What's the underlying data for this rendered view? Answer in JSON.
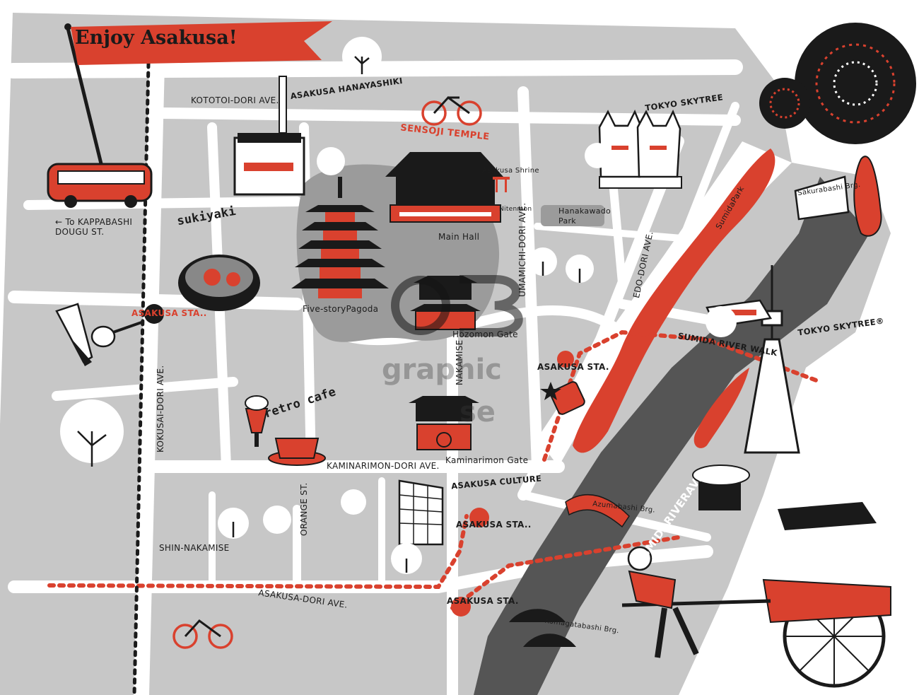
{
  "title": "Enjoy Asakusa!",
  "colors": {
    "red": "#d9412e",
    "block_gray": "#c7c7c7",
    "dark_gray": "#555555",
    "road": "#ffffff",
    "ink": "#1a1a1a"
  },
  "streets": {
    "kototoi": "KOTOTOI-DORI AVE.",
    "kokusai": "KOKUSAI-DORI AVE.",
    "umamichi": "UMAMICHI-DORI AVE.",
    "edo": "EDO-DORI AVE.",
    "kaminarimon": "KAMINARIMON-DORI AVE.",
    "orange": "ORANGE ST.",
    "shin_nakamise": "SHIN-NAKAMISE",
    "asakusa_dori": "ASAKUSA-DORI AVE.",
    "nakamise": "NAKAMISE",
    "sumida_river_ave": "SMIDARIVERAVE",
    "kappabashi": "To KAPPABASHI\nDOUGU ST."
  },
  "landmarks": {
    "hanayashiki": "ASAKUSA HANAYASHIKI",
    "sensoji": "SENSOJI TEMPLE",
    "skytree_top": "TOKYO SKYTREE",
    "skytree_right": "TOKYO SKYTREE®",
    "river_walk": "SUMIDA RIVER WALK",
    "culture": "ASAKUSA CULTURE",
    "asakusa_shrine": "Asakusa Shrine",
    "nitenmon": "Nitenmon",
    "hanakawado": "Hanakawado\nPark",
    "main_hall": "Main Hall",
    "pagoda": "Five-storyPagoda",
    "hozomon": "Hozomon Gate",
    "kaminarimon_gate": "Kaminarimon Gate",
    "sumida_park": "SumidaPark",
    "sukiyaki": "sukiyaki",
    "retro_cafe": "retro cafe"
  },
  "stations": {
    "west": "ASAKUSA STA..",
    "east": "ASAKUSA STA.",
    "south_mid": "ASAKUSA STA..",
    "south": "ASAKUSA STA."
  },
  "bridges": {
    "sakurabashi": "Sakurabashi Brg.",
    "azumabashi": "Azumabashi Brg.",
    "komagatabashi": "Komagatabashi Brg."
  },
  "icons": [
    "bus-icon",
    "bicycle-icon",
    "maneki-neko-icon",
    "fireworks-icon",
    "pagoda-icon",
    "temple-icon",
    "rickshaw-icon",
    "skytree-icon",
    "boat-icon",
    "tree-icon",
    "sukiyaki-pot-icon",
    "coffee-cup-icon",
    "parfait-icon",
    "knife-icon"
  ],
  "watermark": {
    "line1": "graphic",
    "line2": "se"
  }
}
